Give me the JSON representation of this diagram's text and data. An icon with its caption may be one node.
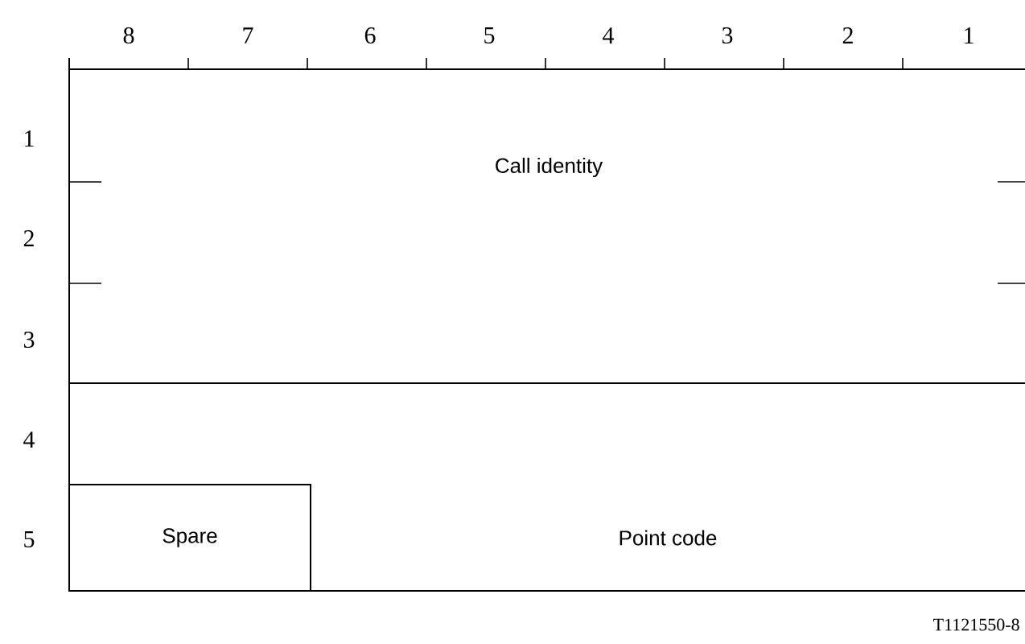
{
  "diagram": {
    "nodes": [
      {
        "text": [
          "Call identity"
        ]
      },
      {
        "text": [
          "Spare"
        ]
      },
      {
        "text": [
          "Point code"
        ]
      }
    ],
    "labels": [
      "8",
      "7",
      "6",
      "5",
      "4",
      "3",
      "2",
      "1",
      "1",
      "2",
      "3",
      "4",
      "5",
      "T1121550-8"
    ]
  }
}
